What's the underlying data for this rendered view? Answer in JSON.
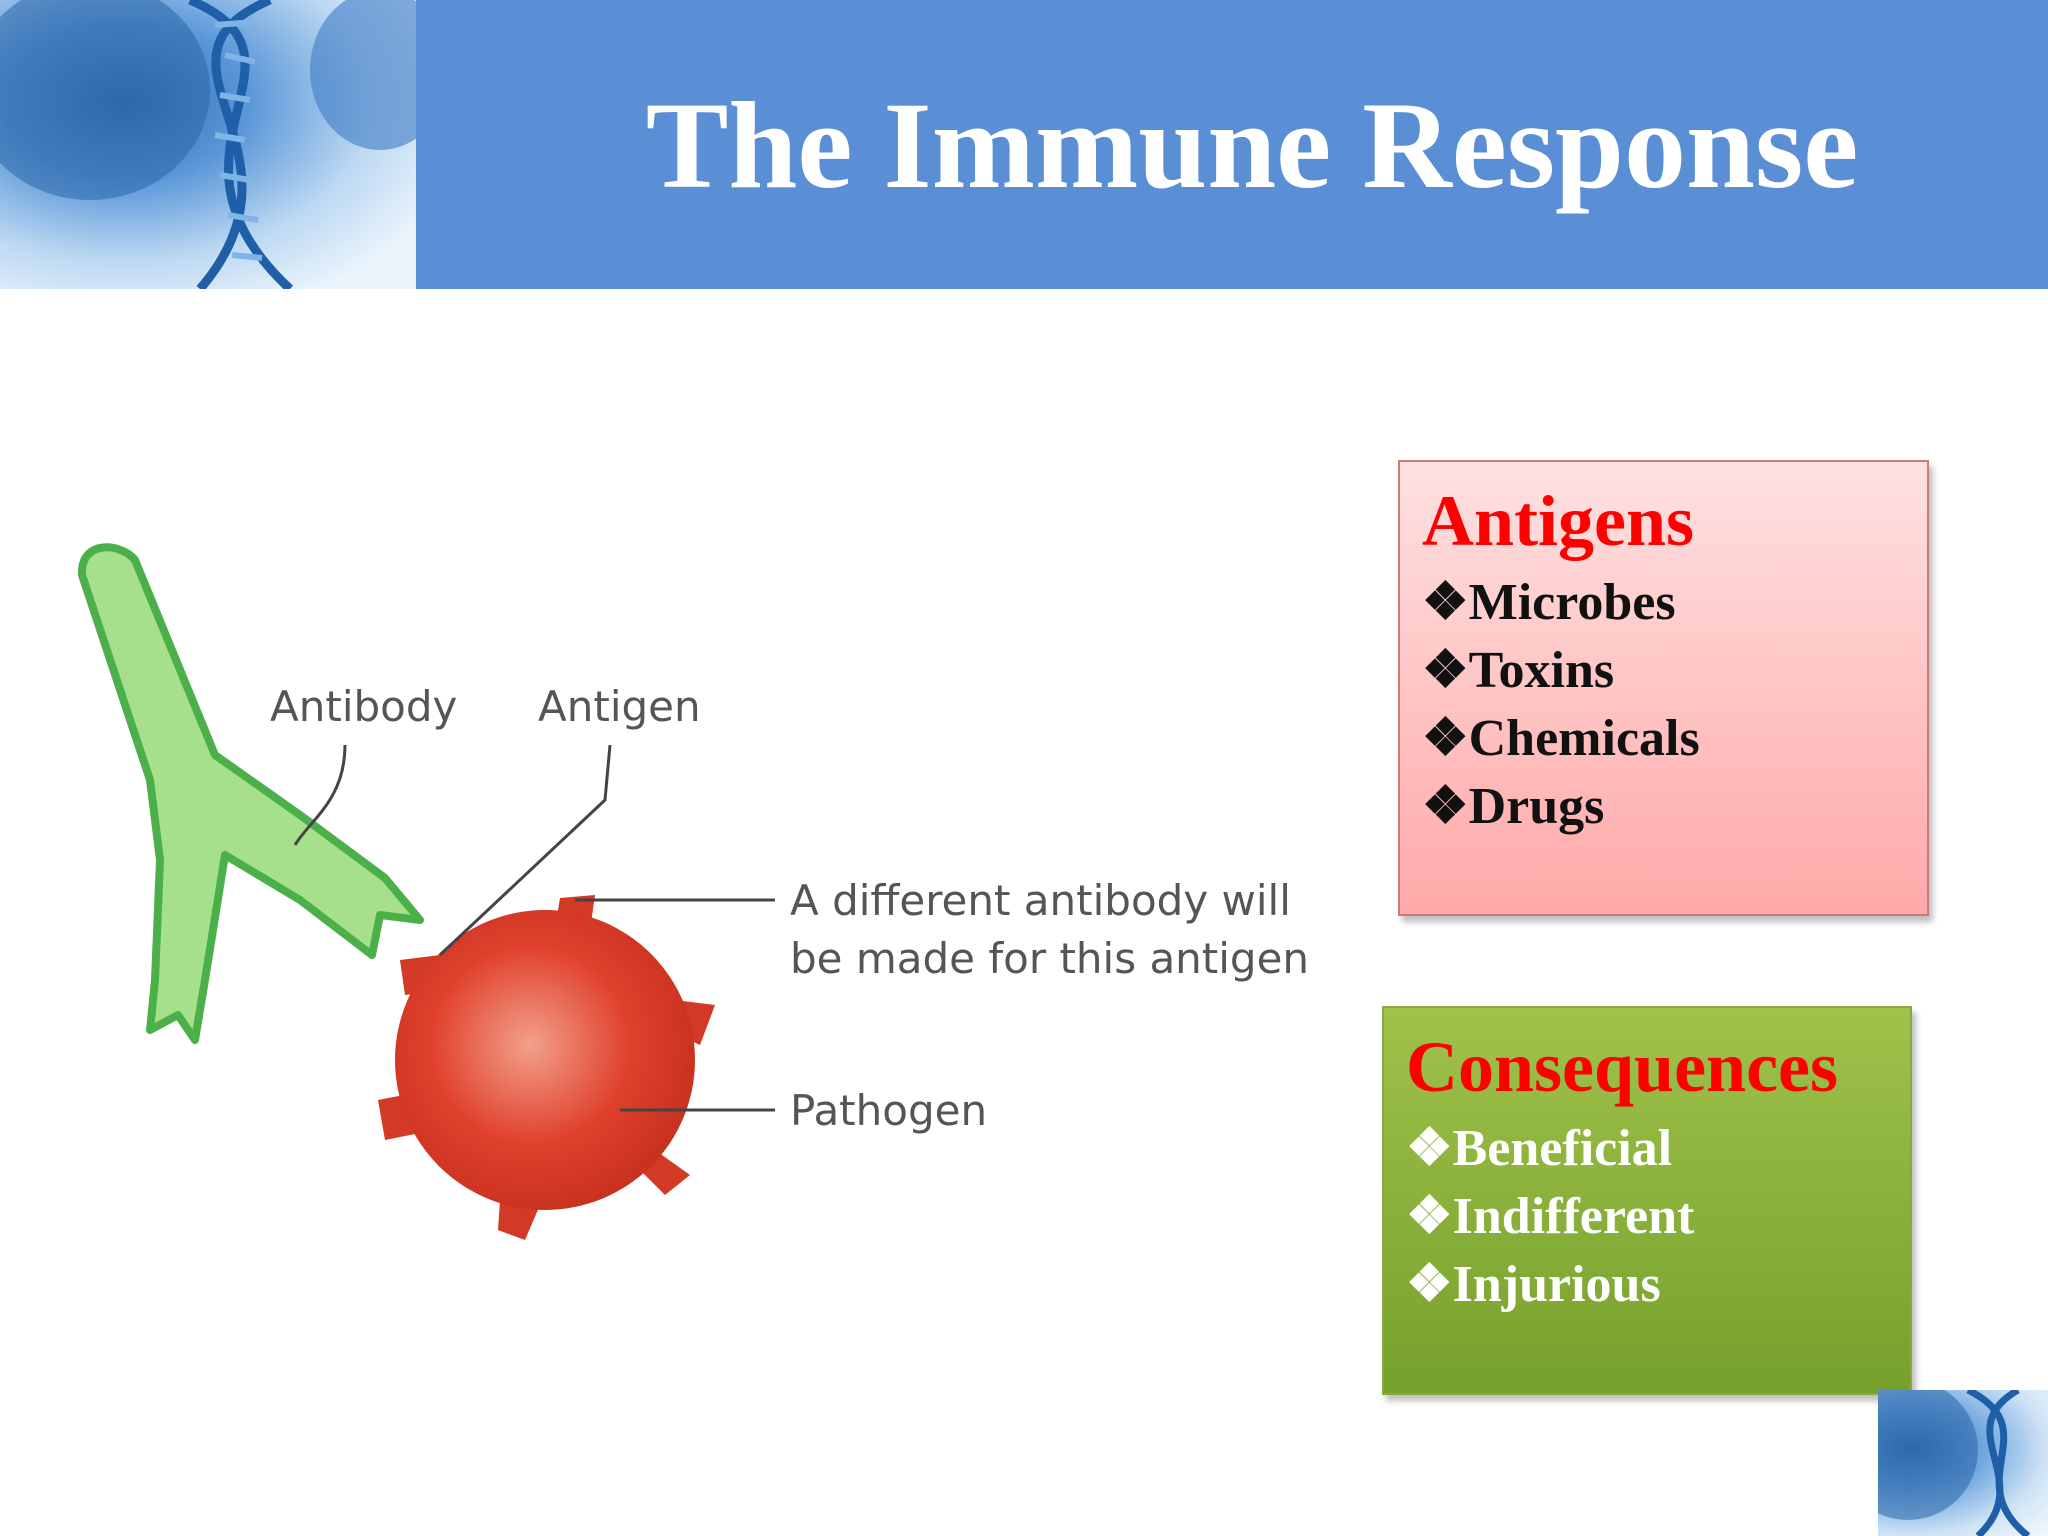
{
  "title": "The Immune Response",
  "diagram": {
    "labels": {
      "antibody": "Antibody",
      "antigen": "Antigen",
      "different_line1": "A different antibody will",
      "different_line2": "be made for this antigen",
      "pathogen": "Pathogen"
    },
    "colors": {
      "antibody_fill": "#a6e08a",
      "antibody_stroke": "#4bb04a",
      "pathogen": "#e0412d"
    }
  },
  "antigens_box": {
    "title": "Antigens",
    "bullet": "❖",
    "items": [
      "Microbes",
      "Toxins",
      "Chemicals",
      "Drugs"
    ]
  },
  "consequences_box": {
    "title": "Consequences",
    "bullet": "❖ ",
    "items": [
      "Beneficial",
      "Indifferent",
      "Injurious"
    ]
  },
  "colors": {
    "header_band": "#5a8fd6",
    "box_title": "#ff0000",
    "antigens_box_top": "#ffe1e1",
    "antigens_box_bottom": "#ffa9a9",
    "consequences_box_top": "#9fc24a",
    "consequences_box_bottom": "#76a02c"
  }
}
